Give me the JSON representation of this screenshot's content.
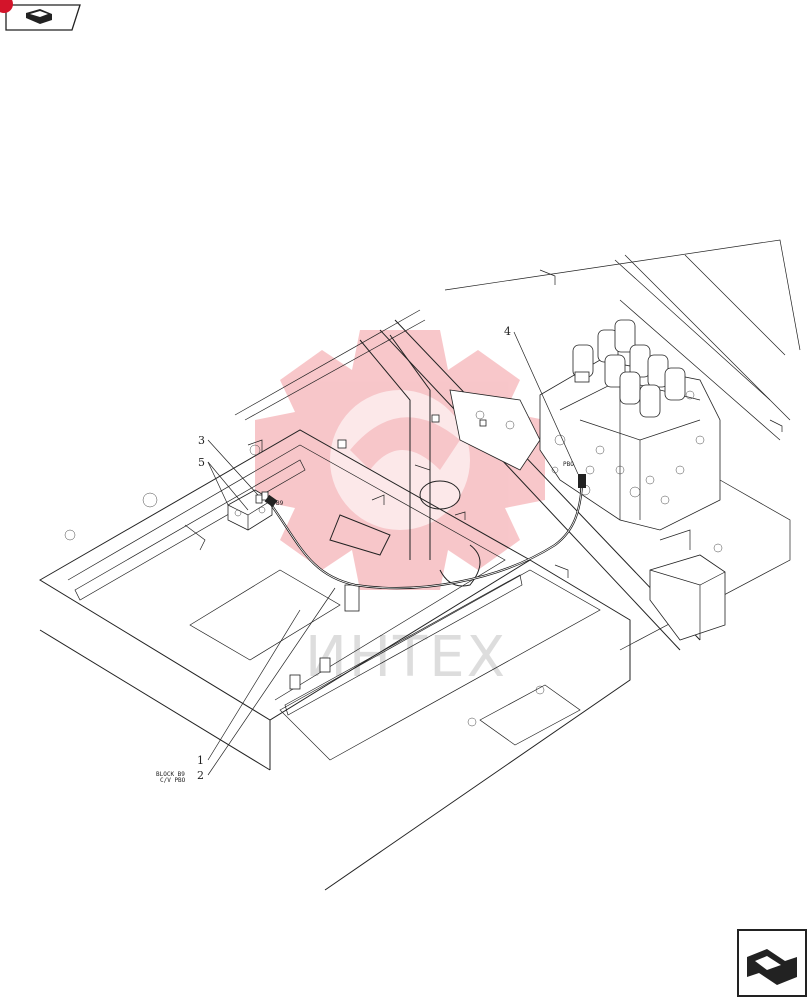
{
  "nav": {
    "top_icon": "previous-page-arrow-icon",
    "bottom_icon": "next-page-arrow-icon",
    "badge_color": "#d3142a"
  },
  "watermark": {
    "text": "ИНТЕХ",
    "color": "#e8505b",
    "icon": "gear-logo-icon"
  },
  "callouts": {
    "c1": "1",
    "c2": "2",
    "c3": "3",
    "c4": "4",
    "c5": "5"
  },
  "labels": {
    "block_b9": "BLOCK B9",
    "cv_pbo": "C/V PBO",
    "port_b9": "B9",
    "port_pbo": "PBO"
  }
}
